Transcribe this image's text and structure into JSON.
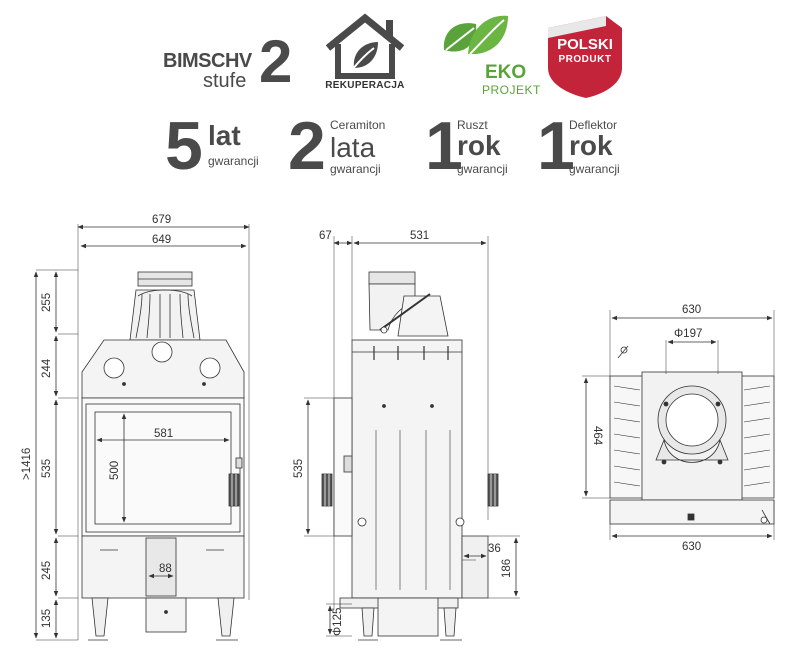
{
  "badges": {
    "bimschv": {
      "word": "BIMSCHV",
      "sub": "stufe",
      "num": "2"
    },
    "rekuperacja": {
      "caption": "REKUPERACJA",
      "icon": "house-leaf-icon"
    },
    "eko": {
      "word": "EKO",
      "sub": "PROJEKT",
      "icon": "leaves-icon"
    },
    "polski": {
      "line1": "POLSKI",
      "line2": "PRODUKT",
      "color": "#c4243a"
    }
  },
  "warranty": [
    {
      "big": "5",
      "top": "",
      "main": "lat",
      "bottom": "gwarancji"
    },
    {
      "big": "2",
      "top": "Ceramiton",
      "main": "lata",
      "bottom": "gwarancji"
    },
    {
      "big": "1",
      "top": "Ruszt",
      "main": "rok",
      "bottom": "gwarancji"
    },
    {
      "big": "1",
      "top": "Deflektor",
      "main": "rok",
      "bottom": "gwarancji"
    }
  ],
  "front_view": {
    "width_outer": "679",
    "width_inner": "649",
    "height_total": ">1416",
    "h_top": "255",
    "h_head": "244",
    "h_door": "535",
    "h_base": "245",
    "h_feet": "135",
    "glass_width": "581",
    "glass_height": "500",
    "inlet_width": "88"
  },
  "side_view": {
    "depth_front": "67",
    "depth_body": "531",
    "door_height": "535",
    "inlet_offset": "36",
    "inlet_height": "186",
    "inlet_diameter": "Φ125"
  },
  "top_view": {
    "width_top": "630",
    "width_bottom": "630",
    "depth": "464",
    "flue_diameter": "Φ197"
  }
}
